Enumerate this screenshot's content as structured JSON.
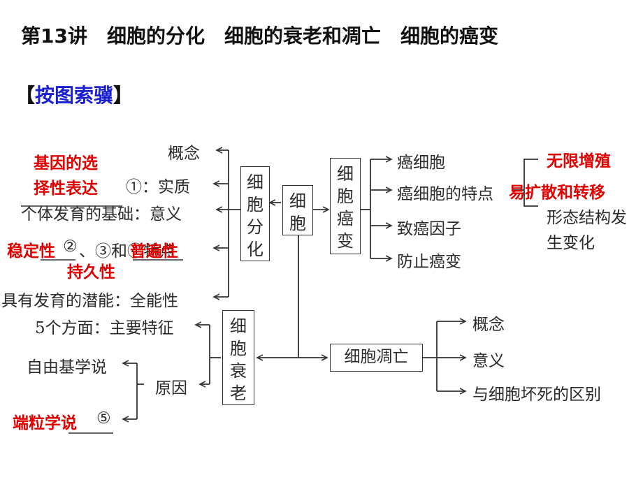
{
  "title": "第13讲　细胞的分化　细胞的衰老和凋亡　细胞的癌变",
  "section": {
    "open": "【",
    "label": "按图索骥",
    "close": "】"
  },
  "center_box": "细胞",
  "diff_box": "细胞分化",
  "cancer_box": "细胞癌变",
  "aging_box": "细胞衰老",
  "apoptosis_box": "细胞凋亡",
  "differentiation": {
    "concept": "概念",
    "essence": "①：实质",
    "meaning": "个体发育的基础：意义",
    "features": "、③和④特点",
    "features_prefix": "②",
    "totipotency": "具有发育的潜能：全能性"
  },
  "cancer": {
    "cell": "癌细胞",
    "features": "癌细胞的特点",
    "factors": "致癌因子",
    "prevention": "防止癌变",
    "morph": [
      "形态结构发",
      "生变化"
    ]
  },
  "aging": {
    "aspects": "5个方面：主要特征",
    "cause": "原因",
    "free_radical": "自由基学说",
    "telomere": "⑤"
  },
  "apoptosis": {
    "concept": "概念",
    "meaning": "意义",
    "difference": "与细胞坏死的区别"
  },
  "answers": {
    "a1": [
      "基因的选",
      "择性表达"
    ],
    "a2": "稳定性",
    "a3": "普遍性",
    "a4": "持久性",
    "a5": "端粒学说",
    "unlimited": "无限增殖",
    "spread": "易扩散和转移"
  }
}
